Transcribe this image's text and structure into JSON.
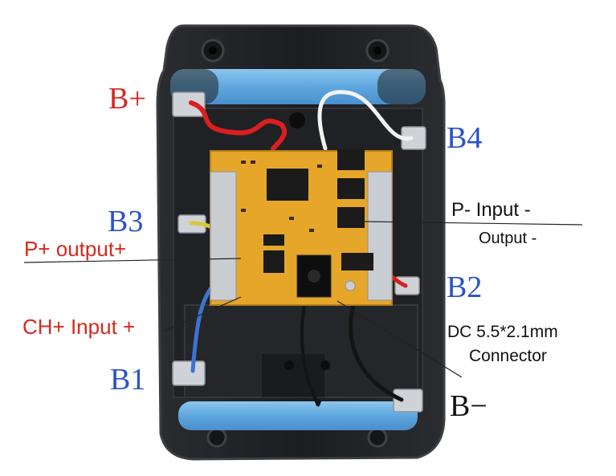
{
  "colors": {
    "housing": "#1f2023",
    "housing_edge": "#3a3b3f",
    "cell_blue": "#6fb4e6",
    "pcb": "#e6a62a",
    "red_label": "#d8281f",
    "blue_label": "#2a52c9",
    "black_label": "#111111",
    "wire_red": "#d91f1f",
    "wire_white": "#f2f2f2",
    "wire_yellow": "#d8c93a",
    "wire_blue": "#3b74d4",
    "wire_black": "#141414"
  },
  "labels": {
    "b_plus": "B+",
    "b4": "B4",
    "b3": "B3",
    "p_plus_output": "P+ output+",
    "p_minus_input": "P- Input -",
    "output_minus": "Output -",
    "b2": "B2",
    "ch_plus_input": "CH+ Input +",
    "dc_connector_line1": "DC 5.5*2.1mm",
    "dc_connector_line2": "Connector",
    "b1": "B1",
    "b_minus": "B−"
  },
  "icons": {
    "board": "bms-pcb-icon",
    "housing": "battery-housing-icon"
  }
}
